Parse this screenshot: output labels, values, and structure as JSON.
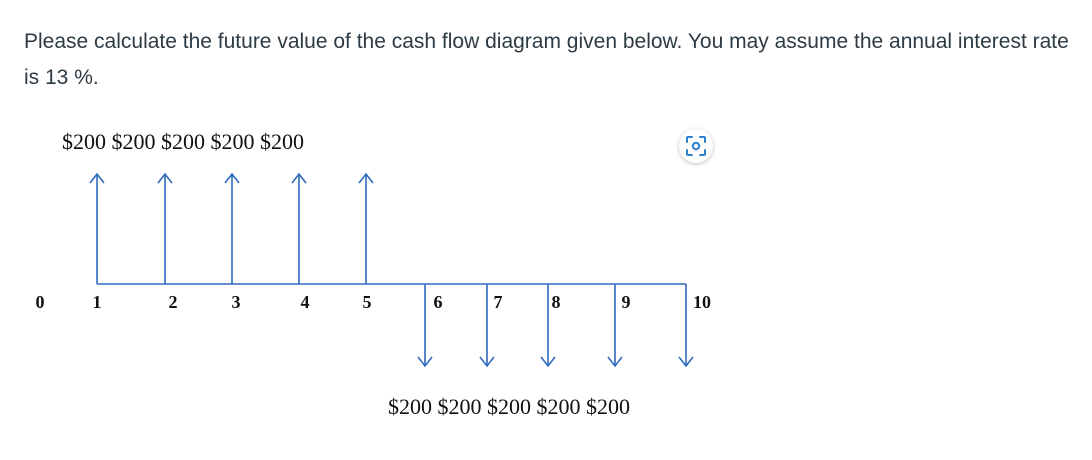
{
  "question": {
    "text": "Please calculate the future value of the cash flow diagram given below. You may assume the annual interest rate is 13 %."
  },
  "diagram": {
    "top_amounts_label": "$200 $200 $200 $200 $200",
    "bottom_amounts_label": "$200 $200 $200 $200 $200",
    "periods": [
      "0",
      "1",
      "2",
      "3",
      "4",
      "5",
      "6",
      "7",
      "8",
      "9",
      "10"
    ],
    "cash_flows": [
      {
        "period": 1,
        "amount": 200,
        "direction": "up"
      },
      {
        "period": 2,
        "amount": 200,
        "direction": "up"
      },
      {
        "period": 3,
        "amount": 200,
        "direction": "up"
      },
      {
        "period": 4,
        "amount": 200,
        "direction": "up"
      },
      {
        "period": 5,
        "amount": 200,
        "direction": "up"
      },
      {
        "period": 6,
        "amount": 200,
        "direction": "down"
      },
      {
        "period": 7,
        "amount": 200,
        "direction": "down"
      },
      {
        "period": 8,
        "amount": 200,
        "direction": "down"
      },
      {
        "period": 9,
        "amount": 200,
        "direction": "down"
      },
      {
        "period": 10,
        "amount": 200,
        "direction": "down"
      }
    ],
    "colors": {
      "line": "#2e6bbd",
      "text": "#111111",
      "question_text": "#2d3b45",
      "scan_icon": "#2d7fd0"
    }
  },
  "scan_button": {
    "icon": "scan-image-icon"
  }
}
